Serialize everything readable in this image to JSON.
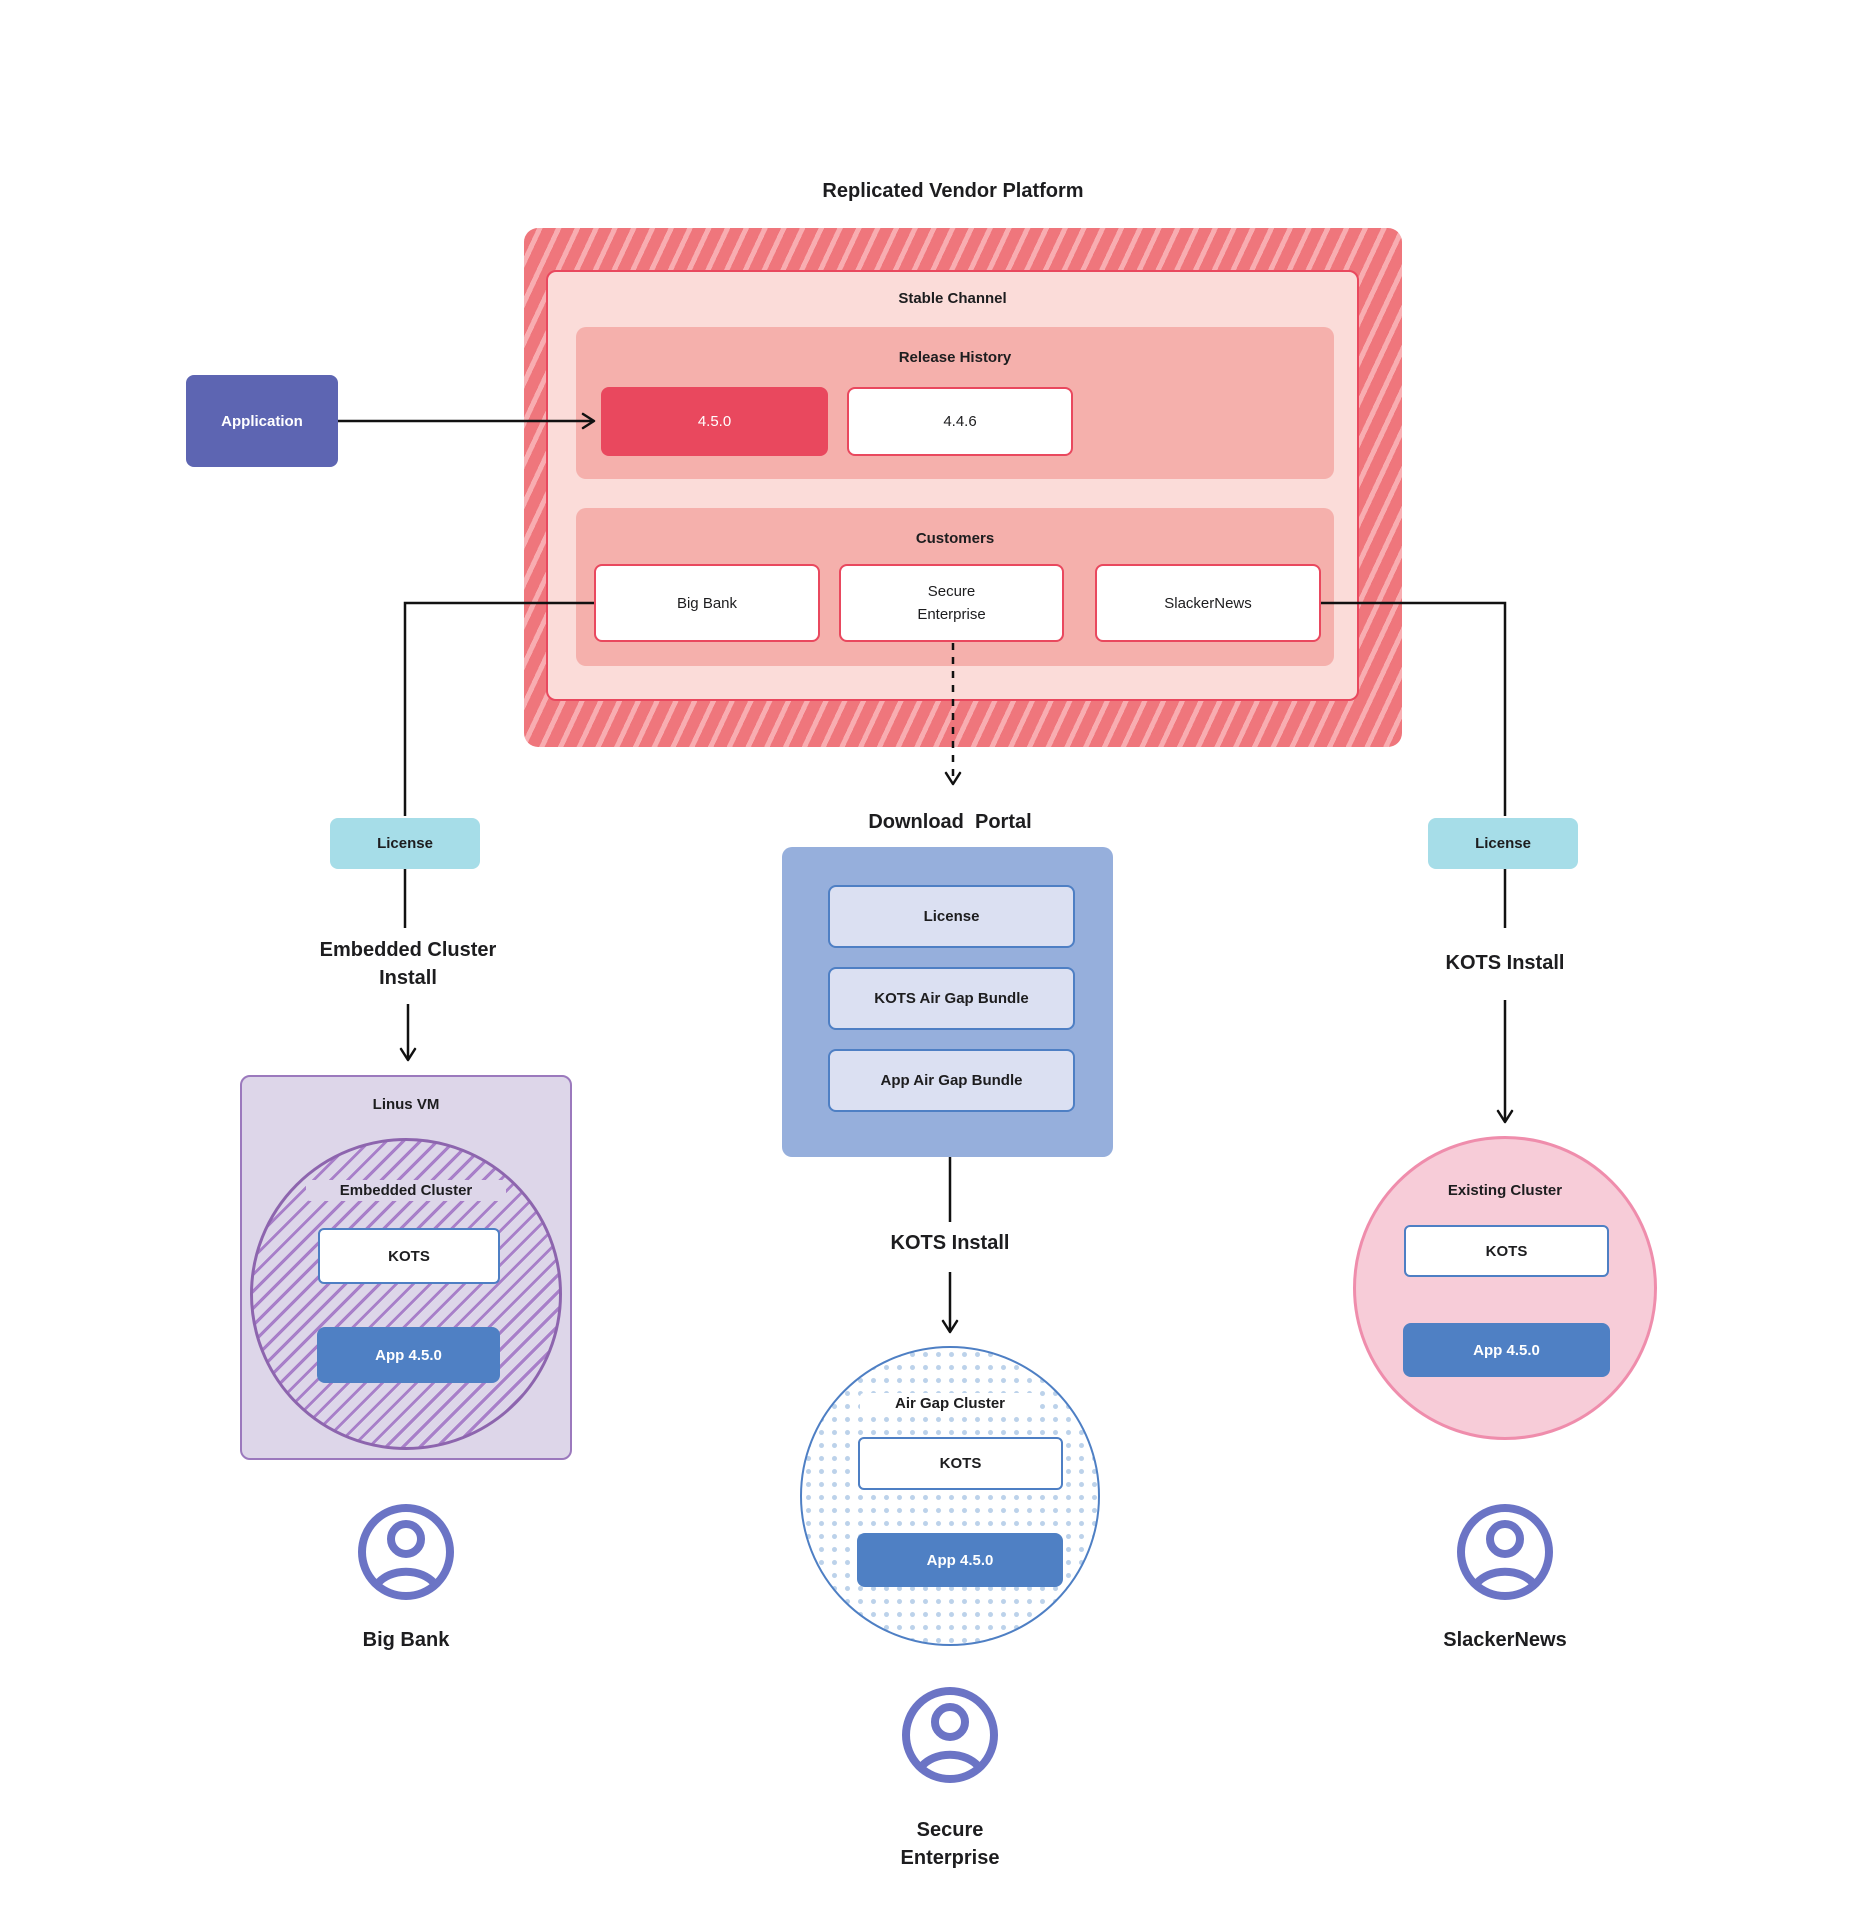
{
  "title": "Replicated Vendor Platform",
  "colors": {
    "platform_stripe_dark": "#ef767c",
    "platform_stripe_light": "#f8adb1",
    "channel_bg": "#fbdcd9",
    "channel_border": "#e9485e",
    "section_bg": "#f5b0ac",
    "release_current_bg": "#e9485e",
    "application_bg": "#5d65b2",
    "license_bg": "#a6dde8",
    "portal_bg": "#96afdc",
    "portal_item_bg": "#dbe0f2",
    "blue_border": "#4e7fc4",
    "app_box_bg": "#4f80c4",
    "vm_bg": "#ddd6e9",
    "vm_border": "#9b79bd",
    "hatch_purple": "#a87fc9",
    "pink_circle_bg": "#f7ccd8",
    "pink_circle_border": "#ef8dac",
    "dot_blue": "#bcd2ea",
    "user_icon": "#6b74c5",
    "connector": "#111111"
  },
  "icons": {
    "user_icon": "person-in-circle-outline"
  },
  "application_label": "Application",
  "platform": {
    "channel_label": "Stable Channel",
    "release_history": {
      "label": "Release History",
      "current_release": "4.5.0",
      "previous_release": "4.4.6"
    },
    "customers": {
      "label": "Customers",
      "big_bank": "Big Bank",
      "secure_enterprise": "Secure\nEnterprise",
      "slackernews": "SlackerNews"
    }
  },
  "flows": {
    "big_bank": {
      "license_label": "License",
      "install_label": "Embedded Cluster Install",
      "vm_label": "Linus VM",
      "cluster_label": "Embedded Cluster",
      "kots_label": "KOTS",
      "app_label": "App 4.5.0",
      "user_label": "Big Bank"
    },
    "secure_enterprise": {
      "portal_label": "Download  Portal",
      "portal_items": [
        "License",
        "KOTS Air Gap Bundle",
        "App Air Gap Bundle"
      ],
      "install_label": "KOTS Install",
      "cluster_label": "Air Gap Cluster",
      "kots_label": "KOTS",
      "app_label": "App 4.5.0",
      "user_label": "Secure\nEnterprise"
    },
    "slackernews": {
      "license_label": "License",
      "install_label": "KOTS Install",
      "cluster_label": "Existing Cluster",
      "kots_label": "KOTS",
      "app_label": "App 4.5.0",
      "user_label": "SlackerNews"
    }
  }
}
